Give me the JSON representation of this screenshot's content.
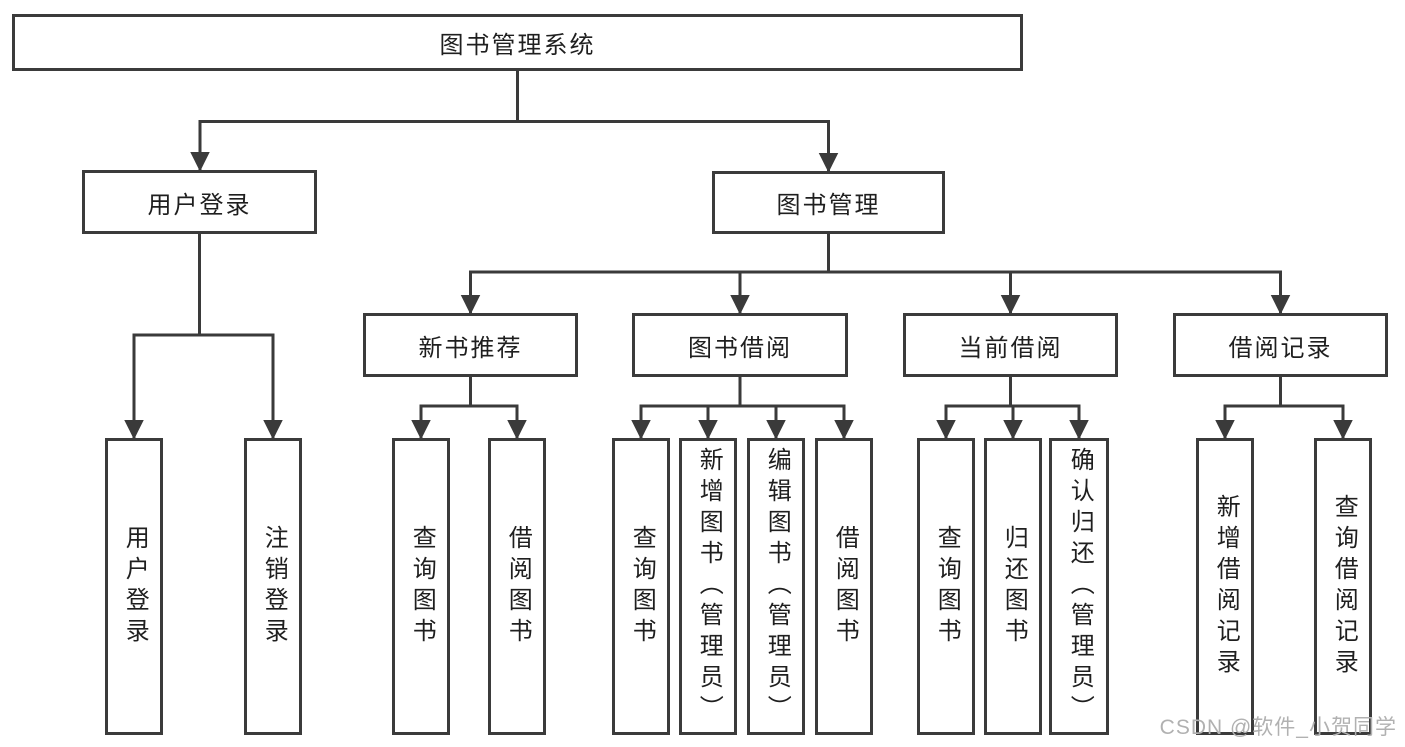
{
  "diagram": {
    "root": {
      "label": "图书管理系统"
    },
    "branches": [
      {
        "label": "用户登录",
        "children": [
          {
            "label": "用户登录"
          },
          {
            "label": "注销登录"
          }
        ]
      },
      {
        "label": "图书管理",
        "children": [
          {
            "label": "新书推荐",
            "children": [
              {
                "label": "查询图书"
              },
              {
                "label": "借阅图书"
              }
            ]
          },
          {
            "label": "图书借阅",
            "children": [
              {
                "label": "查询图书"
              },
              {
                "label": "新增图书（管理员）"
              },
              {
                "label": "编辑图书（管理员）"
              },
              {
                "label": "借阅图书"
              }
            ]
          },
          {
            "label": "当前借阅",
            "children": [
              {
                "label": "查询图书"
              },
              {
                "label": "归还图书"
              },
              {
                "label": "确认归还（管理员）"
              }
            ]
          },
          {
            "label": "借阅记录",
            "children": [
              {
                "label": "新增借阅记录"
              },
              {
                "label": "查询借阅记录"
              }
            ]
          }
        ]
      }
    ]
  },
  "watermark": {
    "text": "CSDN @软件_小贺同学"
  },
  "colors": {
    "line": "#3a3a3a",
    "box_border": "#3b3b3b",
    "text": "#1f1f1f",
    "watermark": "#b1b1b1",
    "background": "#ffffff"
  }
}
